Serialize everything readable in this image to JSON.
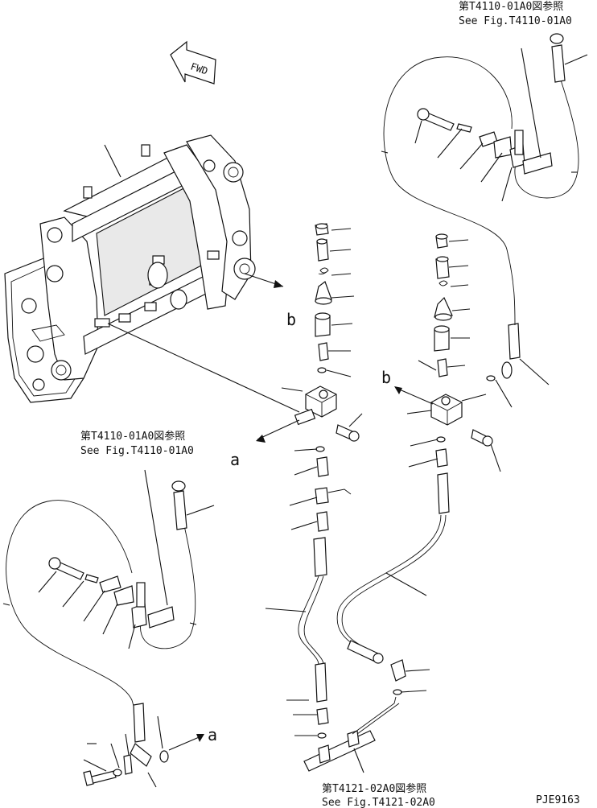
{
  "fwd_label": "FWD",
  "ref_top_right": {
    "jp": "第T4110-01A0図参照",
    "en": "See Fig.T4110-01A0"
  },
  "ref_middle_left": {
    "jp": "第T4110-01A0図参照",
    "en": "See Fig.T4110-01A0"
  },
  "ref_bottom": {
    "jp": "第T4121-02A0図参照",
    "en": "See Fig.T4121-02A0"
  },
  "callout_a_left": "a",
  "callout_a_bottom": "a",
  "callout_b_frame": "b",
  "callout_b_block": "b",
  "drawing_number": "PJE9163"
}
